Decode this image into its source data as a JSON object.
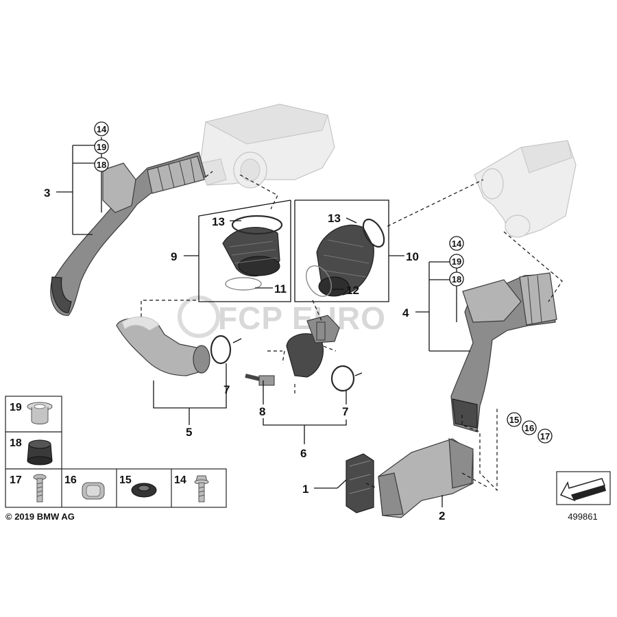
{
  "labels": {
    "p1": "1",
    "p2": "2",
    "p3": "3",
    "p4": "4",
    "p5": "5",
    "p6": "6",
    "p7a": "7",
    "p7b": "7",
    "p8": "8",
    "p9": "9",
    "p10": "10",
    "p11": "11",
    "p12": "12",
    "p13a": "13",
    "p13b": "13"
  },
  "circled": {
    "left": [
      "14",
      "19",
      "18"
    ],
    "right": [
      "14",
      "19",
      "18"
    ],
    "bottom": [
      "15",
      "16",
      "17"
    ]
  },
  "table": {
    "c19": "19",
    "c18": "18",
    "c17": "17",
    "c16": "16",
    "c15": "15",
    "c14": "14"
  },
  "copyright": "© 2019 BMW AG",
  "diagram_number": "499861",
  "watermark": "FCP EURO"
}
